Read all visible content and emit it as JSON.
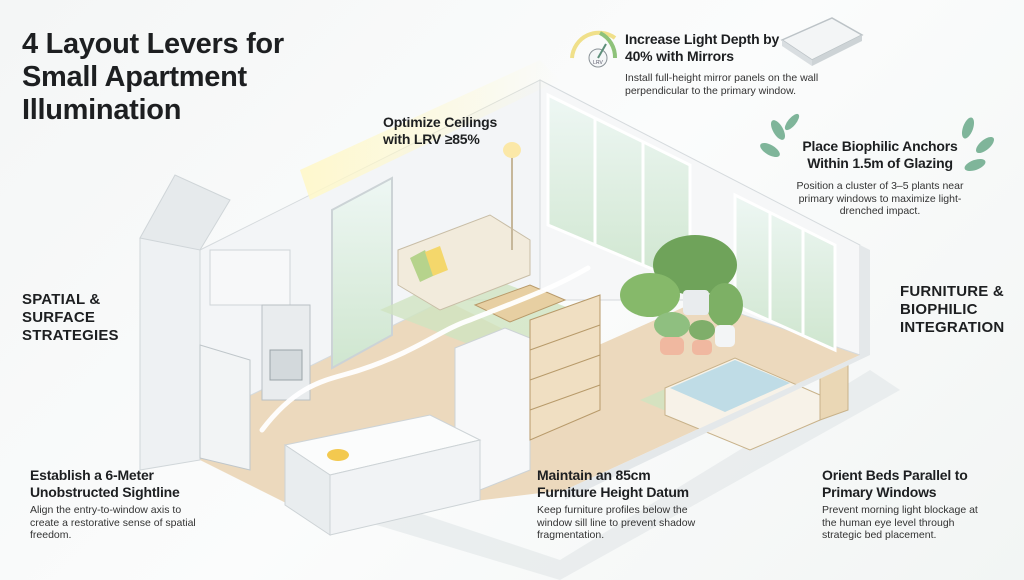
{
  "title": "4 Layout Levers for Small Apartment Illumination",
  "sections": {
    "left": "SPATIAL & SURFACE STRATEGIES",
    "right": "FURNITURE & BIOPHILIC INTEGRATION"
  },
  "callouts": {
    "ceilings": {
      "heading": "Optimize Ceilings with LRV ≥85%"
    },
    "mirrors": {
      "heading": "Increase Light Depth by 40% with Mirrors",
      "description": "Install full-height mirror panels on the wall perpendicular to the primary window.",
      "gauge_label": "LRV"
    },
    "biophilic": {
      "heading": "Place Biophilic Anchors Within 1.5m of Glazing",
      "description": "Position a cluster of 3–5 plants near primary windows to maximize light-drenched impact."
    },
    "sightline": {
      "heading": "Establish a 6-Meter Unobstructed Sightline",
      "description": "Align the entry-to-window axis to create a restorative sense of spatial freedom."
    },
    "datum": {
      "heading": "Maintain an 85cm Furniture Height Datum",
      "description": "Keep furniture profiles below the window sill line to prevent shadow fragmentation."
    },
    "beds": {
      "heading": "Orient Beds Parallel to Primary Windows",
      "description": "Prevent morning light blockage at the human eye level through strategic bed placement."
    }
  },
  "icons": [
    "lrv-gauge-icon",
    "mirror-panel-icon",
    "laurel-leaves-icon"
  ],
  "colors": {
    "wall": "#f3f5f7",
    "floor": "#ecd9bd",
    "rug": "#cfe3c0",
    "plant": "#6fa35a",
    "glass": "#e3f1ec",
    "accent_light": "#fbf0b4"
  }
}
